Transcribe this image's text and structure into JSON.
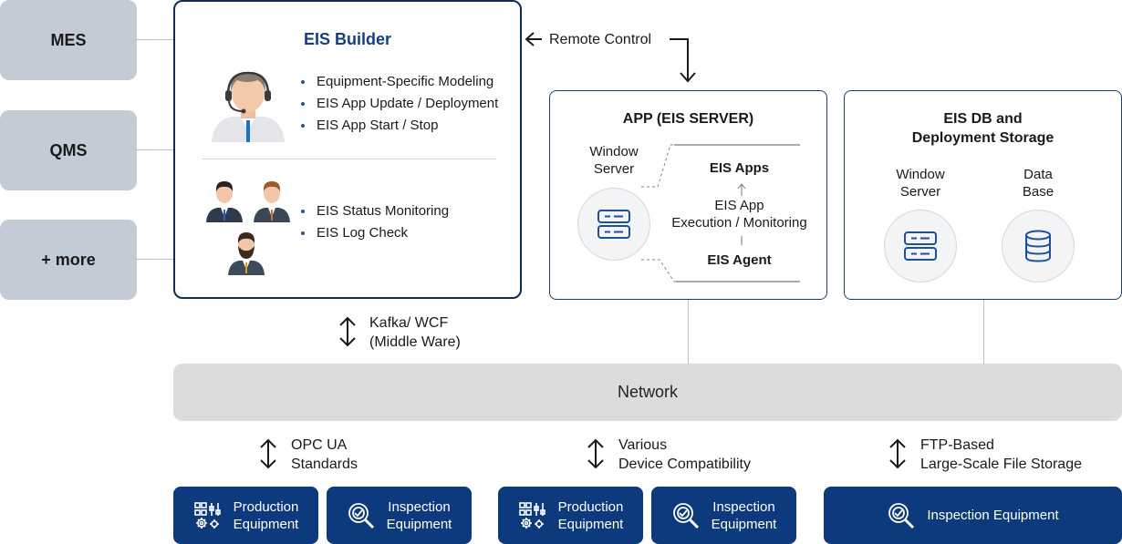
{
  "systems": {
    "mes": "MES",
    "qms": "QMS",
    "more": "+ more"
  },
  "builder": {
    "title": "EIS Builder",
    "admin_tasks": [
      "Equipment-Specific Modeling",
      "EIS App Update / Deployment",
      "EIS App Start / Stop"
    ],
    "user_tasks": [
      "EIS Status Monitoring",
      "EIS Log Check"
    ]
  },
  "remote_control": "Remote Control",
  "app_server": {
    "title": "APP (EIS SERVER)",
    "window_server": [
      "Window",
      "Server"
    ],
    "eis_apps": "EIS Apps",
    "execution": [
      "EIS App",
      "Execution / Monitoring"
    ],
    "eis_agent": "EIS Agent"
  },
  "db_storage": {
    "title": [
      "EIS DB and",
      "Deployment Storage"
    ],
    "window_server": [
      "Window",
      "Server"
    ],
    "database": [
      "Data",
      "Base"
    ]
  },
  "middleware": [
    "Kafka/ WCF",
    "(Middle Ware)"
  ],
  "network": "Network",
  "protocols": {
    "opc": [
      "OPC UA",
      "Standards"
    ],
    "various": [
      "Various",
      "Device Compatibility"
    ],
    "ftp": [
      "FTP-Based",
      "Large-Scale File Storage"
    ]
  },
  "equipment": {
    "production": [
      "Production",
      "Equipment"
    ],
    "inspection": [
      "Inspection",
      "Equipment"
    ],
    "inspection_wide": "Inspection Equipment"
  },
  "colors": {
    "accent": "#153f82",
    "equipment_bg": "#0d3a7c",
    "side_box": "#c3ccd6",
    "network_bg": "#dcdcdc"
  }
}
